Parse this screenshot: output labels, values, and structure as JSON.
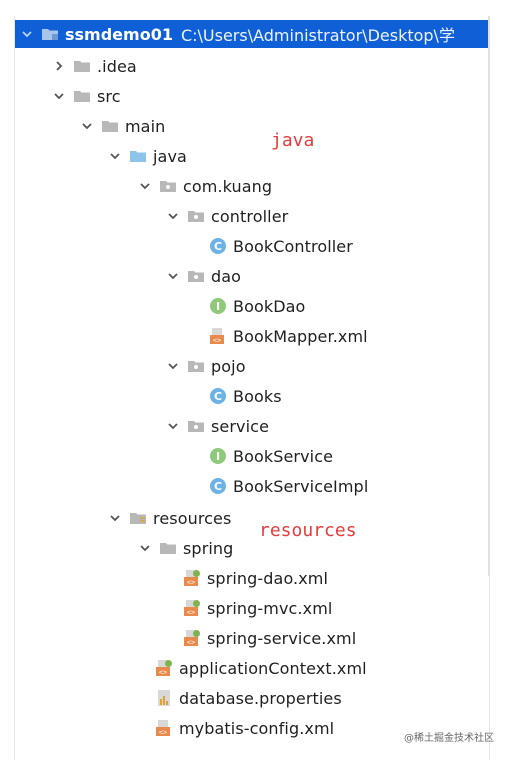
{
  "tree": {
    "root": {
      "name": "ssmdemo01",
      "path": "C:\\Users\\Administrator\\Desktop\\学"
    },
    "items": [
      {
        "label": ".idea"
      },
      {
        "label": "src"
      },
      {
        "label": "main"
      },
      {
        "label": "java"
      },
      {
        "label": "com.kuang"
      },
      {
        "label": "controller"
      },
      {
        "label": "BookController"
      },
      {
        "label": "dao"
      },
      {
        "label": "BookDao"
      },
      {
        "label": "BookMapper.xml"
      },
      {
        "label": "pojo"
      },
      {
        "label": "Books"
      },
      {
        "label": "service"
      },
      {
        "label": "BookService"
      },
      {
        "label": "BookServiceImpl"
      },
      {
        "label": "resources"
      },
      {
        "label": "spring"
      },
      {
        "label": "spring-dao.xml"
      },
      {
        "label": "spring-mvc.xml"
      },
      {
        "label": "spring-service.xml"
      },
      {
        "label": "applicationContext.xml"
      },
      {
        "label": "database.properties"
      },
      {
        "label": "mybatis-config.xml"
      }
    ]
  },
  "annotations": {
    "java": "java",
    "resources": "resources"
  },
  "icon_letters": {
    "class": "C",
    "interface": "I"
  },
  "watermark": "@稀土掘金技术社区",
  "colors": {
    "selection": "#0f5fd7",
    "annotation": "#e63b3b",
    "class_icon": "#6db2e6",
    "interface_icon": "#8fc97a"
  }
}
